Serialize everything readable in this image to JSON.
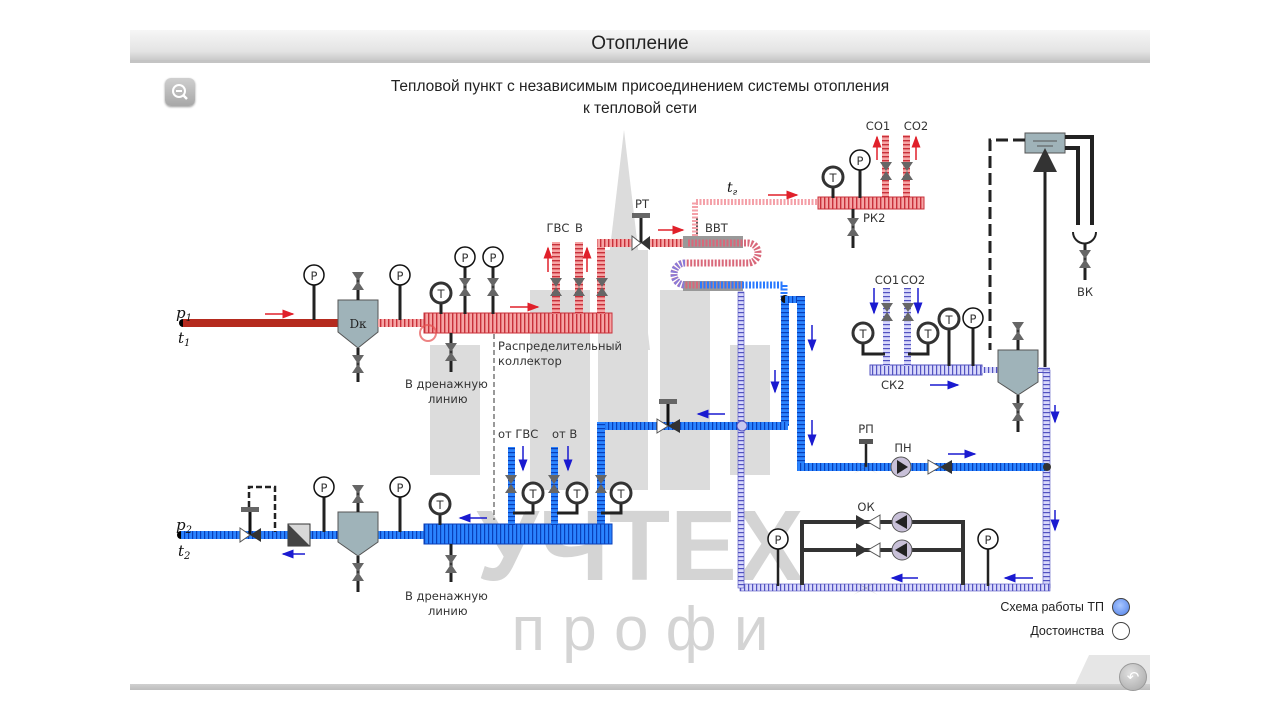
{
  "header": {
    "title": "Отопление"
  },
  "subtitle": {
    "line1": "Тепловой пункт с независимым присоединением системы отопления",
    "line2": "к тепловой сети"
  },
  "toolbar": {
    "zoom_icon": "zoom-out-icon",
    "back_icon": "back-arrow-icon"
  },
  "watermark": {
    "line1": "УЧТЕХ",
    "line2": "п р о ф и"
  },
  "colors": {
    "supply": "#b52a1e",
    "supply_light": "#f26b6b",
    "return": "#1a6fe0",
    "return_light": "#8f8fe0",
    "equipment": "#9fb3b9",
    "pipe_dark": "#333333"
  },
  "diagram": {
    "inlet_supply": {
      "p": "p",
      "p_sub": "1",
      "t": "t",
      "t_sub": "1"
    },
    "inlet_return": {
      "p": "p",
      "p_sub": "2",
      "t": "t",
      "t_sub": "2"
    },
    "mud_collector": "Dк",
    "drain_label_1": "В дренажную",
    "drain_label_2": "линию",
    "collector_label_1": "Распределительный",
    "collector_label_2": "коллектор",
    "gvs": "ГВС",
    "v": "В",
    "from_gvs": "от ГВС",
    "from_v": "от В",
    "rt": "РТ",
    "vvt": "ВВТ",
    "tg": "t",
    "tg_sub": "г",
    "rk2": "РК2",
    "sk2": "СК2",
    "co1": "СО1",
    "co2": "СО2",
    "vk": "ВК",
    "rp": "РП",
    "pn": "ПН",
    "ok": "ОК",
    "gauge_p": "P",
    "gauge_t": "T"
  },
  "options": [
    {
      "label": "Схема работы ТП",
      "selected": true
    },
    {
      "label": "Достоинства",
      "selected": false
    }
  ]
}
